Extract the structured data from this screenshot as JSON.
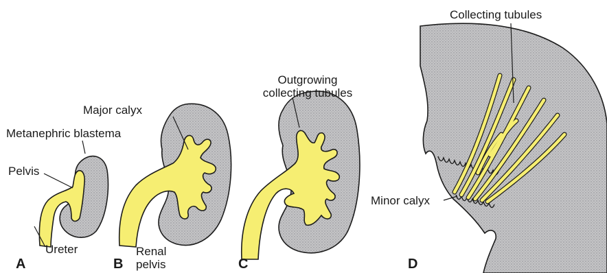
{
  "figure": {
    "colors": {
      "tissue_fill": "#b9b9bb",
      "tissue_stipple": "#8c8c90",
      "duct_fill": "#f6ee72",
      "outline": "#1c1c1c"
    },
    "panels": {
      "a": "A",
      "b": "B",
      "c": "C",
      "d": "D"
    },
    "labels": {
      "metanephric_blastema": "Metanephric blastema",
      "pelvis": "Pelvis",
      "ureter": "Ureter",
      "major_calyx": "Major calyx",
      "renal_pelvis_line1": "Renal",
      "renal_pelvis_line2": "pelvis",
      "outgrowing_line1": "Outgrowing",
      "outgrowing_line2": "collecting tubules",
      "collecting_tubules": "Collecting tubules",
      "minor_calyx": "Minor calyx"
    }
  }
}
